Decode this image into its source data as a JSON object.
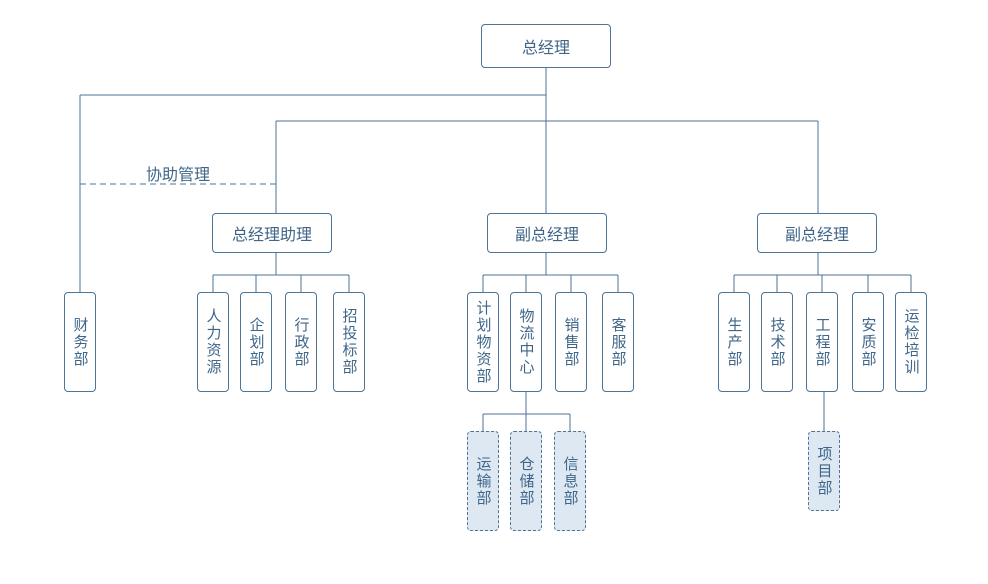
{
  "top": "总经理",
  "assist_label": "协助管理",
  "finance": "财务部",
  "assistant": {
    "title": "总经理助理",
    "depts": [
      "人力资源",
      "企划部",
      "行政部",
      "招投标部"
    ]
  },
  "vp1": {
    "title": "副总经理",
    "depts": [
      "计划物资部",
      "物流中心",
      "销售部",
      "客服部"
    ],
    "logistics_units": [
      "运输部",
      "仓储部",
      "信息部"
    ]
  },
  "vp2": {
    "title": "副总经理",
    "depts": [
      "生产部",
      "技术部",
      "工程部",
      "安质部",
      "运检培训"
    ],
    "engineering_units": [
      "项目部"
    ]
  },
  "colors": {
    "line": "#4d7395",
    "text": "#3f6689",
    "sub_fill": "#dde8f3"
  }
}
